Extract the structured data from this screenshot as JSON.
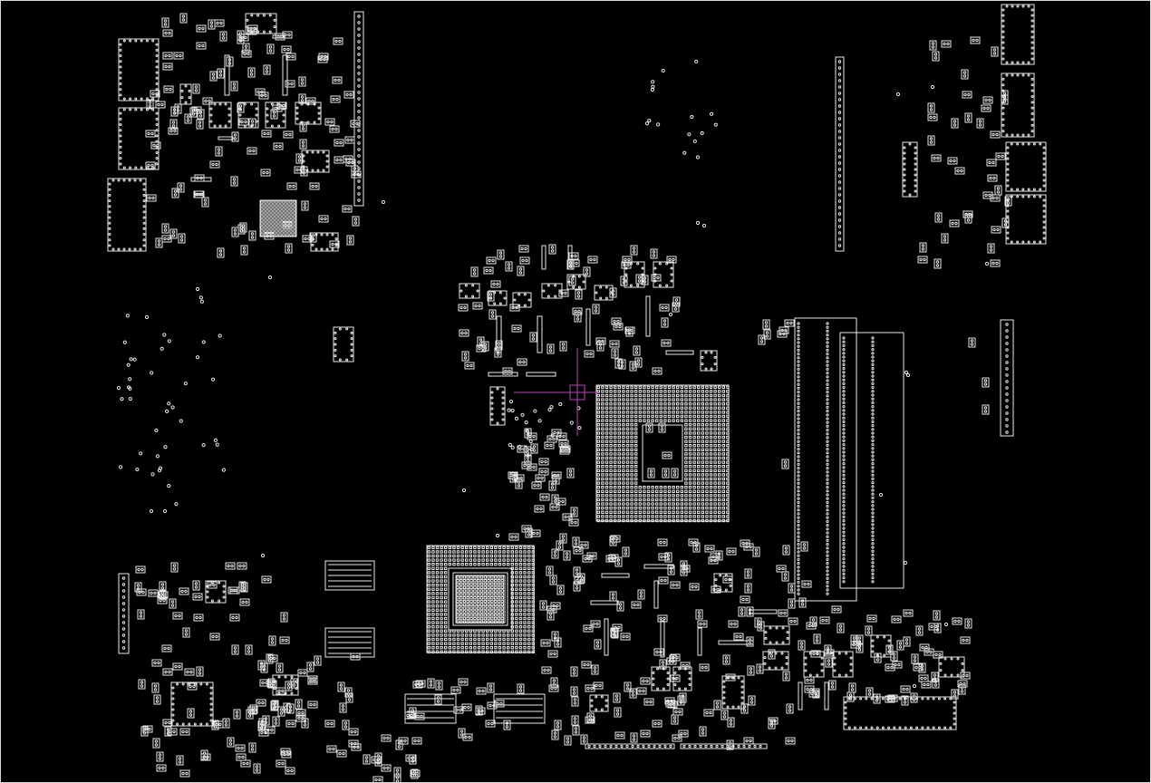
{
  "view": {
    "title": "",
    "background_color": "#000000",
    "outline_color": "#e8e8e8",
    "cursor_color": "#c040c0"
  },
  "components": [
    {
      "name": "top-left-connector-a",
      "kind": "component"
    },
    {
      "name": "top-left-connector-b",
      "kind": "component"
    },
    {
      "name": "top-left-connector-c",
      "kind": "component"
    },
    {
      "name": "top-left-bga",
      "kind": "bga"
    },
    {
      "name": "left-vertical-header",
      "kind": "connector"
    },
    {
      "name": "center-cpu-socket",
      "kind": "bga"
    },
    {
      "name": "lower-center-chipset",
      "kind": "bga"
    },
    {
      "name": "dimm-slot-1",
      "kind": "connector"
    },
    {
      "name": "dimm-slot-2",
      "kind": "connector"
    },
    {
      "name": "right-vertical-header",
      "kind": "connector"
    },
    {
      "name": "right-small-header",
      "kind": "connector"
    },
    {
      "name": "top-right-connector-stack",
      "kind": "component"
    },
    {
      "name": "bottom-right-connector",
      "kind": "connector"
    },
    {
      "name": "bottom-edge-connector-a",
      "kind": "connector"
    },
    {
      "name": "bottom-edge-connector-b",
      "kind": "connector"
    }
  ]
}
